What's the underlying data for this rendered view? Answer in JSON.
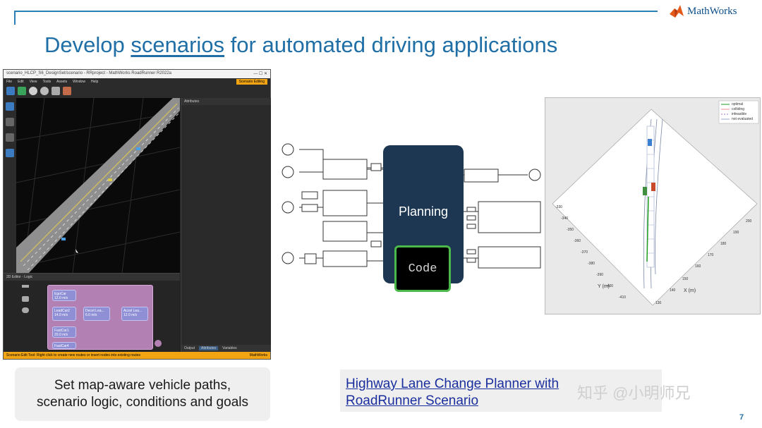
{
  "header": {
    "logo_text": "MathWorks"
  },
  "slide": {
    "title_prefix": "Develop ",
    "title_link": "scenarios",
    "title_suffix": " for automated driving applications",
    "page_number": "7"
  },
  "roadrunner": {
    "window_title": "scenario_HLCP_S6_DesignSet/scenario - RRproject - MathWorks RoadRunner R2022a",
    "menu": [
      "File",
      "Edit",
      "View",
      "Tools",
      "Assets",
      "Window",
      "Help"
    ],
    "mode_badge": "Scenario Editing",
    "attributes_header": "Attributes",
    "attr_tabs": [
      "Output",
      "Attributes",
      "Variables"
    ],
    "logic_header": "2D Editor - Logic",
    "nodes": [
      {
        "label": "EgoCar",
        "sub": "12.0 m/s"
      },
      {
        "label": "LeadCar2",
        "sub": "14.0 m/s"
      },
      {
        "label": "Decel Lea...",
        "sub": "6.0 m/s"
      },
      {
        "label": "Accel Lea...",
        "sub": "12.0 m/s"
      },
      {
        "label": "FastCar1",
        "sub": "20.0 m/s"
      },
      {
        "label": "FastCar4",
        "sub": ""
      }
    ],
    "status_left": "Scenario Edit Tool: Right click to create new routes or insert nodes into existing routes",
    "status_right": "MathWorks"
  },
  "simulink": {
    "planning_label": "Planning",
    "code_label": "Code"
  },
  "plot": {
    "legend": [
      "optimal",
      "colliding",
      "infeasible",
      "not evaluated"
    ],
    "legend_colors": [
      "#1f9e1f",
      "#e89090",
      "#a06fd0",
      "#9aa7c7"
    ],
    "y_axis_label": "Y (m)",
    "x_axis_label": "X (m)",
    "y_ticks": [
      "-330",
      "-340",
      "-350",
      "-360",
      "-370",
      "-380",
      "-390",
      "-400",
      "-410"
    ],
    "x_ticks": [
      "130",
      "140",
      "150",
      "160",
      "170",
      "180",
      "190",
      "200"
    ]
  },
  "captions": {
    "left_line1": "Set map-aware vehicle paths,",
    "left_line2": "scenario logic, conditions and goals",
    "right_link_line1": "Highway Lane Change Planner with",
    "right_link_line2": "RoadRunner Scenario"
  },
  "watermark": "知乎 @小明师兄"
}
